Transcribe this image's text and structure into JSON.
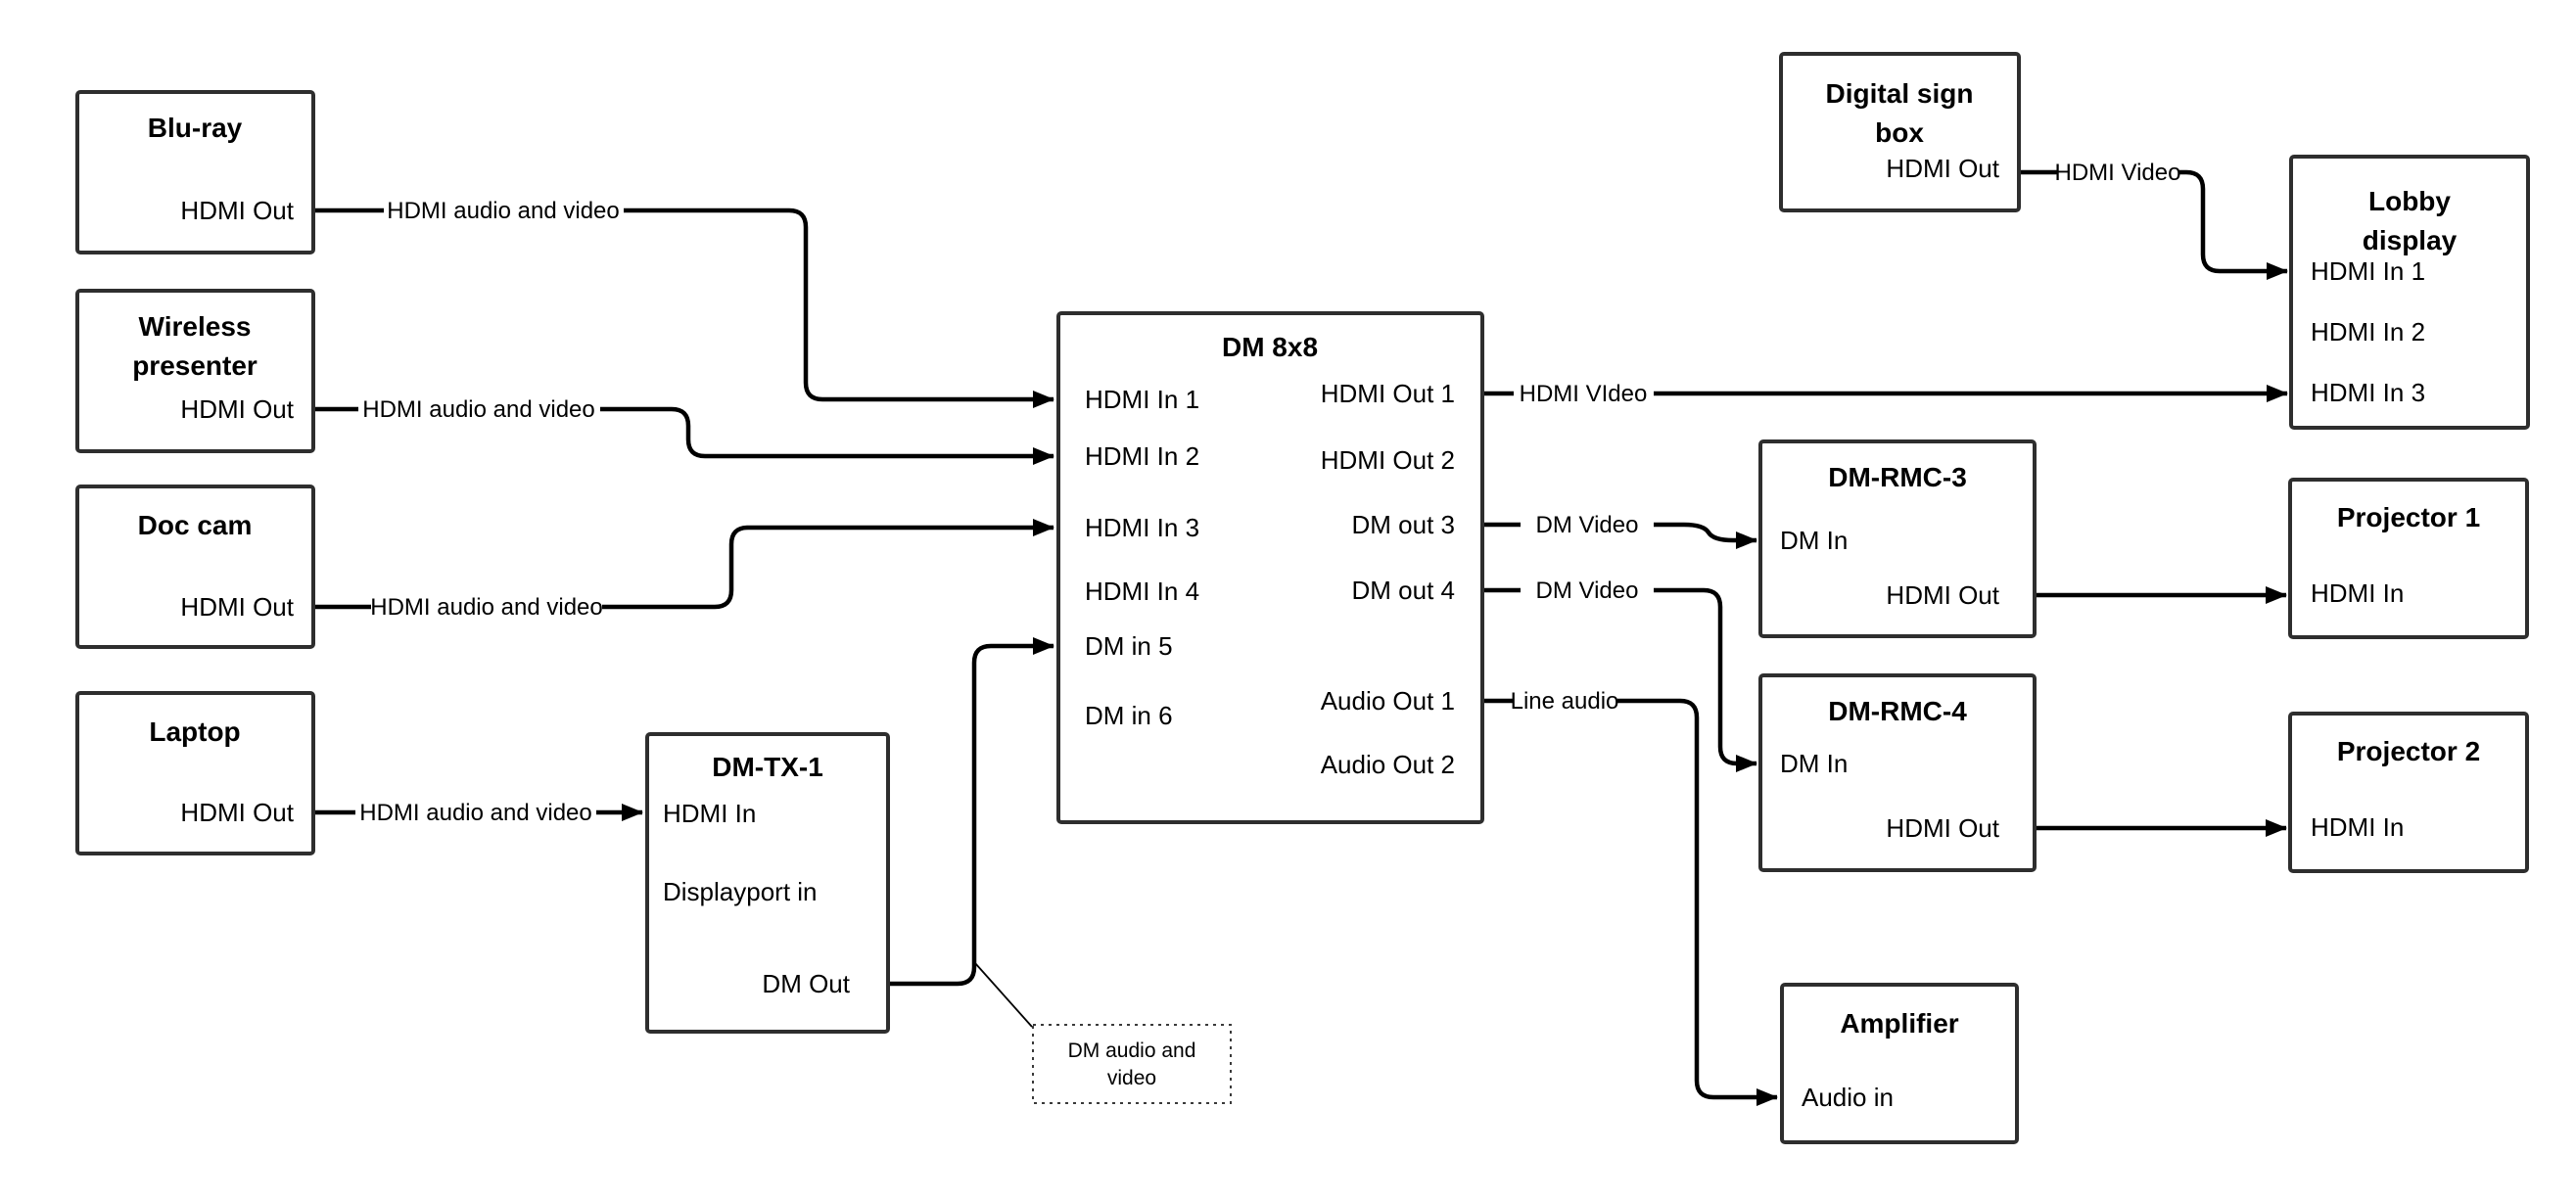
{
  "diagram": {
    "nodes": {
      "bluray": {
        "title": "Blu-ray",
        "port_hdmi_out": "HDMI Out"
      },
      "wireless_presenter": {
        "title_line1": "Wireless",
        "title_line2": "presenter",
        "port_hdmi_out": "HDMI Out"
      },
      "doc_cam": {
        "title": "Doc cam",
        "port_hdmi_out": "HDMI Out"
      },
      "laptop": {
        "title": "Laptop",
        "port_hdmi_out": "HDMI Out"
      },
      "dm_tx_1": {
        "title": "DM-TX-1",
        "port_hdmi_in": "HDMI In",
        "port_displayport_in": "Displayport in",
        "port_dm_out": "DM Out"
      },
      "dm_8x8": {
        "title": "DM 8x8",
        "inputs": [
          "HDMI In 1",
          "HDMI In 2",
          "HDMI In 3",
          "HDMI In 4",
          "DM in 5",
          "DM in 6"
        ],
        "outputs": [
          "HDMI Out 1",
          "HDMI Out 2",
          "DM out 3",
          "DM out 4",
          "Audio Out 1",
          "Audio Out 2"
        ]
      },
      "digital_sign_box": {
        "title_line1": "Digital sign",
        "title_line2": "box",
        "port_hdmi_out": "HDMI Out"
      },
      "lobby_display": {
        "title_line1": "Lobby",
        "title_line2": "display",
        "inputs": [
          "HDMI In 1",
          "HDMI In 2",
          "HDMI In 3"
        ]
      },
      "dm_rmc_3": {
        "title": "DM-RMC-3",
        "port_dm_in": "DM In",
        "port_hdmi_out": "HDMI Out"
      },
      "projector_1": {
        "title": "Projector 1",
        "port_hdmi_in": "HDMI In"
      },
      "dm_rmc_4": {
        "title": "DM-RMC-4",
        "port_dm_in": "DM In",
        "port_hdmi_out": "HDMI Out"
      },
      "projector_2": {
        "title": "Projector 2",
        "port_hdmi_in": "HDMI In"
      },
      "amplifier": {
        "title": "Amplifier",
        "port_audio_in": "Audio in"
      }
    },
    "wire_labels": {
      "hdmi_av": "HDMI audio and video",
      "hdmi_video_caps": "HDMI VIdeo",
      "dm_video": "DM Video",
      "line_audio": "Line audio",
      "hdmi_video": "HDMI Video"
    },
    "note": {
      "line1": "DM audio and",
      "line2": "video"
    },
    "colors": {
      "wire": "#000000",
      "box_border": "#2e2e2e",
      "background": "#ffffff"
    }
  }
}
